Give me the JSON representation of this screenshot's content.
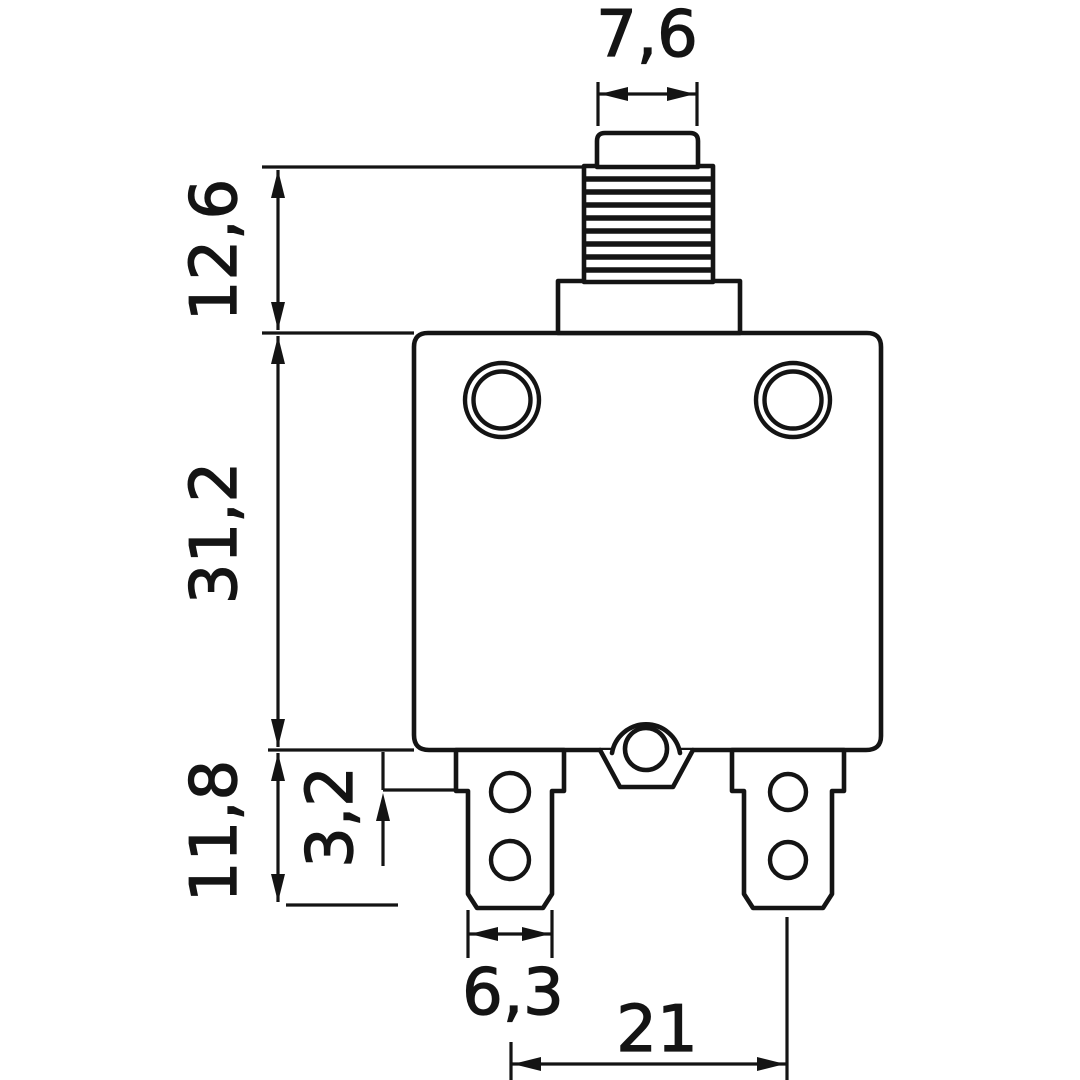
{
  "drawing": {
    "type": "technical-dimension-drawing",
    "dimensions": {
      "button_width": "7,6",
      "bushing_height": "12,6",
      "body_height": "31,2",
      "terminal_length": "11,8",
      "terminal_shoulder_offset": "3,2",
      "terminal_blade_width": "6,3",
      "terminal_center_spacing": "21"
    },
    "colors": {
      "line": "#141414",
      "background": "#ffffff"
    }
  }
}
